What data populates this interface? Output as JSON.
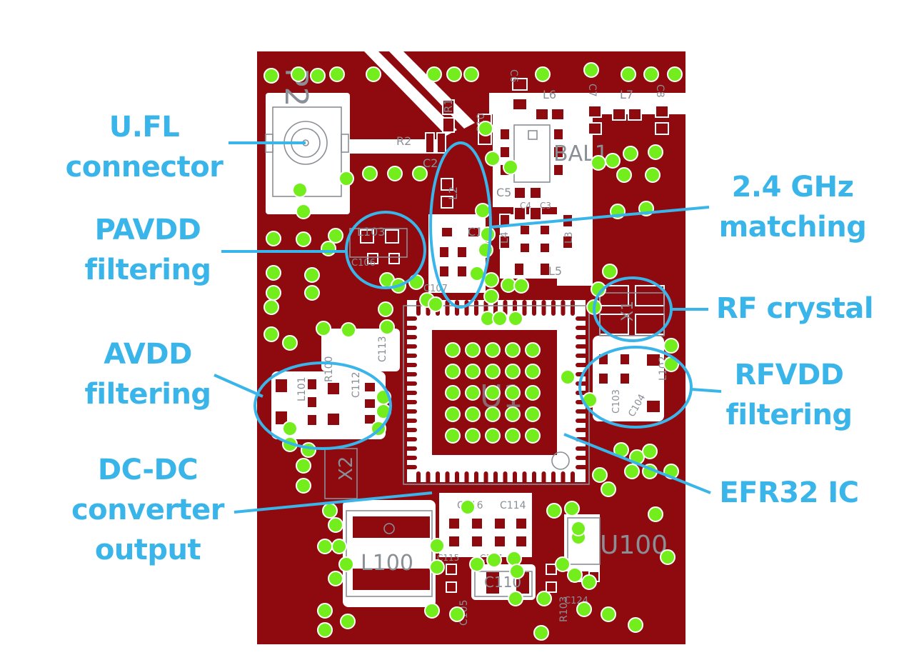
{
  "figure": {
    "description": "EFR32 module PCB layout with annotated functional regions",
    "colors": {
      "copper": "#8f0a0f",
      "board_clearance": "#ffffff",
      "via": "#73ee1c",
      "silkscreen": "#8a8f96",
      "annotation": "#3ab5ea"
    }
  },
  "callouts": {
    "ufl": {
      "lines": [
        "U.FL",
        "connector"
      ]
    },
    "pavdd": {
      "lines": [
        "PAVDD",
        "filtering"
      ]
    },
    "avdd": {
      "lines": [
        "AVDD",
        "filtering"
      ]
    },
    "dcdc": {
      "lines": [
        "DC-DC",
        "converter",
        "output"
      ]
    },
    "matching": {
      "lines": [
        "2.4 GHz",
        "matching"
      ]
    },
    "rf_crystal": {
      "lines": [
        "RF crystal"
      ]
    },
    "rfvdd": {
      "lines": [
        "RFVDD",
        "filtering"
      ]
    },
    "efr32": {
      "lines": [
        "EFR32 IC"
      ]
    }
  },
  "designators": {
    "p2": "P2",
    "r1": "R1",
    "r2": "R2",
    "c2": "C2",
    "c10": "C10",
    "l2": "L2",
    "l6": "L6",
    "c7": "C7",
    "l7": "L7",
    "c8": "C8",
    "c6": "C6",
    "bal1": "BAL1",
    "c5": "C5",
    "c1": "C1",
    "l4": "L4",
    "l3": "L3",
    "c4": "C4",
    "c3": "C3",
    "l5": "L5",
    "l103": "L103",
    "c106": "C106",
    "c107": "C107",
    "l101": "L101",
    "r100": "R100",
    "c112": "C112",
    "c113": "C113",
    "x2": "X2",
    "u1": "U1",
    "x1": "X1",
    "l102": "L102",
    "c103": "C103",
    "c104": "C104",
    "c116": "C116",
    "c114": "C114",
    "c115": "C115",
    "c117": "C117",
    "l100": "L100",
    "c110": "C110",
    "c105": "C105",
    "r103": "R103",
    "c124": "C124",
    "u100": "U100"
  }
}
